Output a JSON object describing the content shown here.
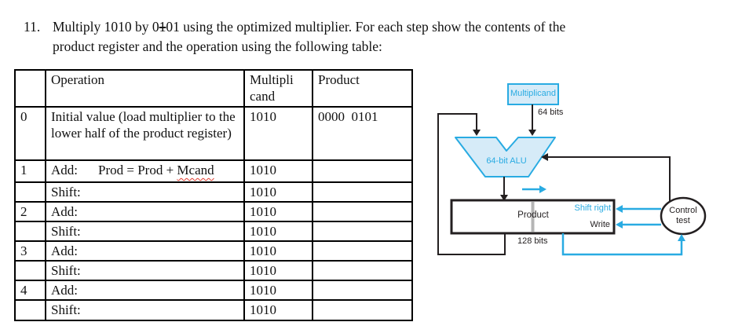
{
  "problem": {
    "number": "11.",
    "line1_pre": "Multiply 1010 by 0",
    "line1_struck": "1",
    "line1_post": "01 using the optimized multiplier. For each step show the contents of the",
    "line2": "product register and the operation using the following table:"
  },
  "table": {
    "headers": {
      "step": "",
      "operation": "Operation",
      "multiplicand_line1": "Multipli",
      "multiplicand_line2": "cand",
      "product": "Product"
    },
    "rows": [
      {
        "step": "0",
        "op": "Initial value (load multiplier to the lower half of the product register)",
        "mcand": "1010",
        "product": "0000  0101"
      },
      {
        "step": "1",
        "op": "Add:",
        "op_formula": "Prod = Prod + ",
        "op_misspelled": "Mcand",
        "mcand": "1010",
        "product": ""
      },
      {
        "step": "",
        "op": "Shift:",
        "mcand": "1010",
        "product": ""
      },
      {
        "step": "2",
        "op": "Add:",
        "mcand": "1010",
        "product": ""
      },
      {
        "step": "",
        "op": "Shift:",
        "mcand": "1010",
        "product": ""
      },
      {
        "step": "3",
        "op": "Add:",
        "mcand": "1010",
        "product": ""
      },
      {
        "step": "",
        "op": "Shift:",
        "mcand": "1010",
        "product": ""
      },
      {
        "step": "4",
        "op": "Add:",
        "mcand": "1010",
        "product": ""
      },
      {
        "step": "",
        "op": "Shift:",
        "mcand": "1010",
        "product": ""
      }
    ]
  },
  "diagram": {
    "multiplicand_label": "Multiplicand",
    "bits64_label": "64 bits",
    "alu_label": "64-bit ALU",
    "product_label": "Product",
    "shift_right_label": "Shift right",
    "write_label": "Write",
    "bits128_label": "128 bits",
    "control_line1": "Control",
    "control_line2": "test",
    "colors": {
      "accent": "#29ABE2",
      "fill": "#D6EBF8",
      "ink": "#231F20",
      "squiggle": "#E23B2E"
    }
  }
}
